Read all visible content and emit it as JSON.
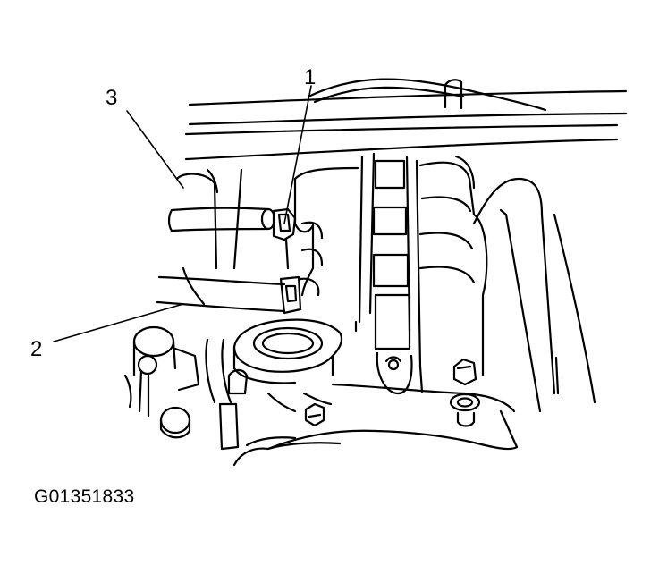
{
  "figure": {
    "id": "G01351833",
    "colors": {
      "ink": "#000000",
      "paper": "#ffffff"
    }
  },
  "callouts": [
    {
      "number": "1",
      "part": "hose-clamp"
    },
    {
      "number": "2",
      "part": "lower-hose"
    },
    {
      "number": "3",
      "part": "upper-hose"
    }
  ]
}
